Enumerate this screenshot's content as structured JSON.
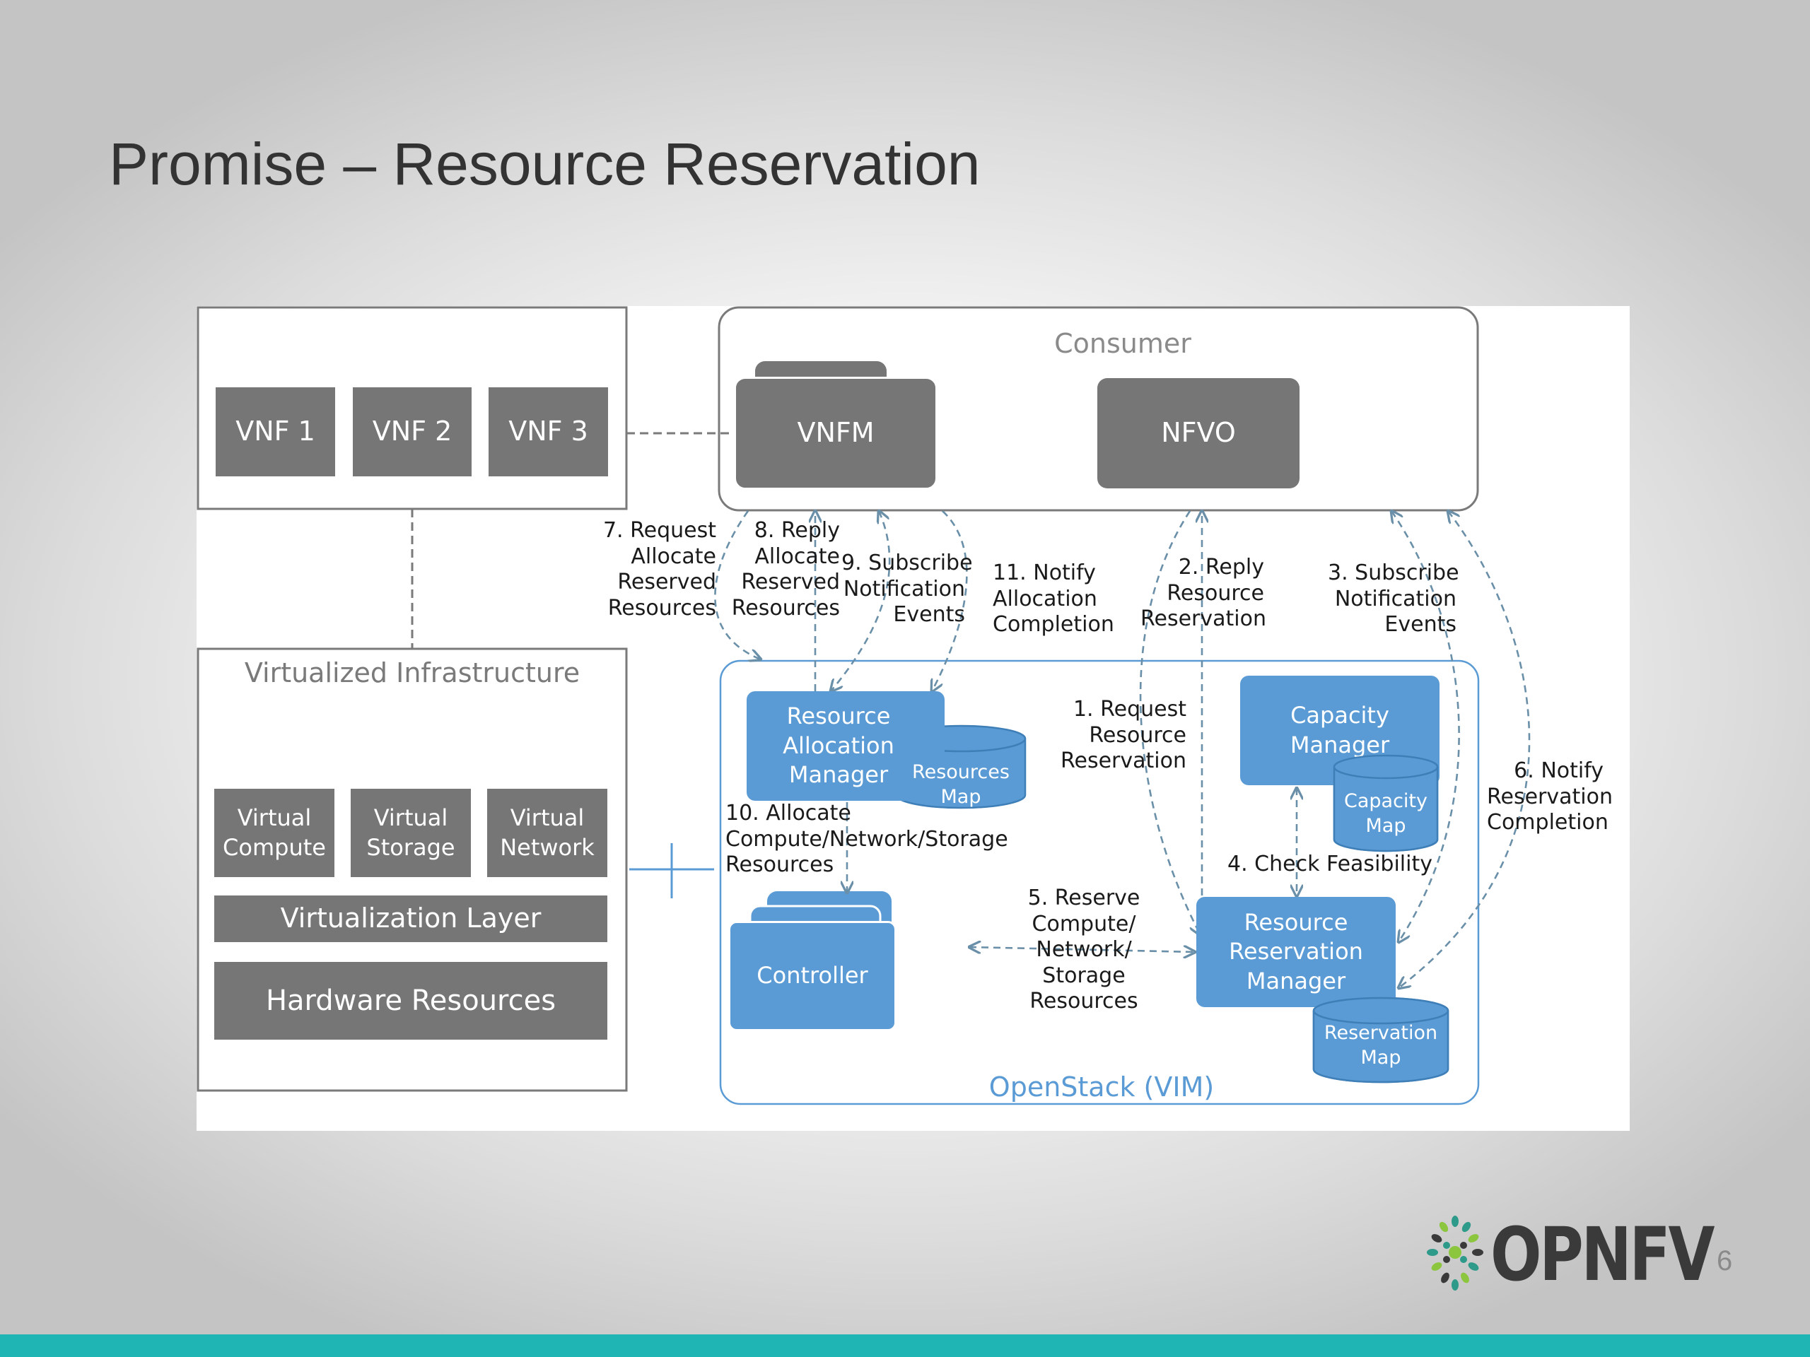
{
  "slide": {
    "title": "Promise – Resource Reservation",
    "page_number": "6",
    "logo_text": "OPNFV"
  },
  "diagram": {
    "vnf_boxes": [
      "VNF 1",
      "VNF 2",
      "VNF 3"
    ],
    "consumer": {
      "title": "Consumer",
      "vnfm": "VNFM",
      "nfvo": "NFVO"
    },
    "virtualized_infrastructure": {
      "title": "Virtualized Infrastructure",
      "virtual_compute": "Virtual\nCompute",
      "virtual_storage": "Virtual\nStorage",
      "virtual_network": "Virtual\nNetwork",
      "virtualization_layer": "Virtualization Layer",
      "hardware_resources": "Hardware Resources"
    },
    "openstack": {
      "title": "OpenStack (VIM)",
      "resource_allocation_manager": "Resource\nAllocation\nManager",
      "resources_map": "Resources\nMap",
      "capacity_manager": "Capacity\nManager",
      "capacity_map": "Capacity\nMap",
      "controller": "Controller",
      "resource_reservation_manager": "Resource\nReservation\nManager",
      "reservation_map": "Reservation\nMap"
    },
    "steps": {
      "step1": "1. Request\nResource\nReservation",
      "step2": "2. Reply\nResource\nReservation",
      "step3": "3. Subscribe\nNotification\nEvents",
      "step4": "4. Check Feasibility",
      "step5": "5. Reserve\nCompute/\nNetwork/\nStorage\nResources",
      "step6": "6. Notify\nReservation\nCompletion",
      "step7": "7. Request\nAllocate\nReserved\nResources",
      "step8": "8. Reply\nAllocate\nReserved\nResources",
      "step9": "9. Subscribe\nNotification\nEvents",
      "step10": "10. Allocate\nCompute/Network/Storage\nResources",
      "step11": "11. Notify\nAllocation\nCompletion"
    },
    "colors": {
      "gray_box": "#767676",
      "blue_box": "#5b9bd5",
      "arrow": "#6a8fa8",
      "openstack_border": "#5b9bd5",
      "footer_bar": "#1fb5b5"
    }
  }
}
